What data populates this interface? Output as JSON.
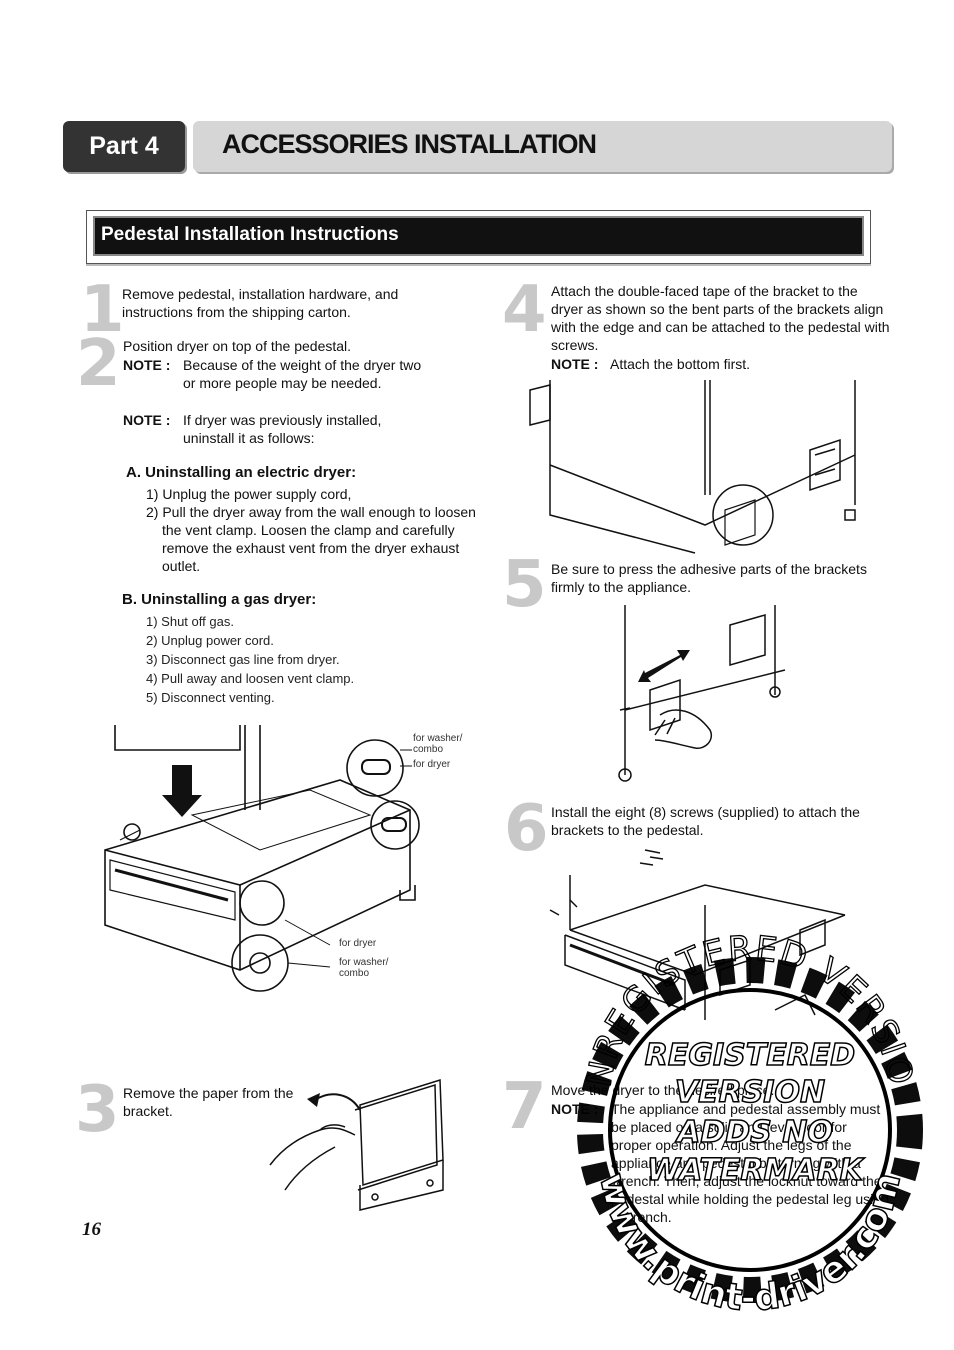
{
  "header": {
    "part_label": "Part 4",
    "part_title": "ACCESSORIES INSTALLATION"
  },
  "section": {
    "title": "Pedestal Installation Instructions"
  },
  "steps": {
    "s1": {
      "number": "1",
      "text": "Remove pedestal, installation hardware, and instructions from the shipping carton."
    },
    "s2": {
      "number": "2",
      "text": "Position dryer on top of the pedestal.",
      "note1_label": "NOTE :",
      "note1_text": "Because of the weight of the dryer two or more people may be needed.",
      "note2_label": "NOTE :",
      "note2_text": "If dryer was previously installed, uninstall it as follows:",
      "a_heading": "A. Uninstalling an electric dryer:",
      "a_items": [
        "1) Unplug the power supply cord,",
        "2) Pull the dryer away from the wall enough to loosen the vent clamp. Loosen the clamp and carefully remove the exhaust vent from the dryer exhaust outlet."
      ],
      "b_heading": "B. Uninstalling a gas dryer:",
      "b_items": [
        "1) Shut off gas.",
        "2) Unplug power cord.",
        "3) Disconnect gas line from dryer.",
        "4) Pull away and loosen vent clamp.",
        "5) Disconnect venting."
      ]
    },
    "s3": {
      "number": "3",
      "text": "Remove the paper from the bracket."
    },
    "s4": {
      "number": "4",
      "text": "Attach the double-faced tape of the bracket to the dryer as shown so the bent parts of the brackets align with the edge and can be attached to the pedestal with screws.",
      "note_label": "NOTE :",
      "note_text": "Attach the bottom first."
    },
    "s5": {
      "number": "5",
      "text": "Be sure to press the adhesive parts of  the brackets firmly to the appliance."
    },
    "s6": {
      "number": "6",
      "text": "Install the eight (8) screws (supplied) to attach the brackets to the pedestal."
    },
    "s7": {
      "number": "7",
      "text": "Move the dryer to the desired place.",
      "note_label": "NOTE :",
      "note_text": "The appliance and pedestal assembly must be placed on a solid and level floor for proper operation. Adjust the legs of the appliance and pedestal by turning with a wrench. Then, adjust the locknut toward the pedestal while holding the pedestal leg using a wrench."
    }
  },
  "figure_labels": {
    "washer_combo_top": "for washer/ combo",
    "dryer_top": "for dryer",
    "dryer_bottom": "for dryer",
    "washer_combo_bottom": "for washer/ combo"
  },
  "watermark": {
    "ring_top": "UNREGISTERED VERSION",
    "line1": "REGISTERED",
    "line2": "VERSION",
    "line3": "ADDS NO",
    "line4": "WATERMARK",
    "ring_bottom": "www.print-driver.com"
  },
  "page_number": "16"
}
